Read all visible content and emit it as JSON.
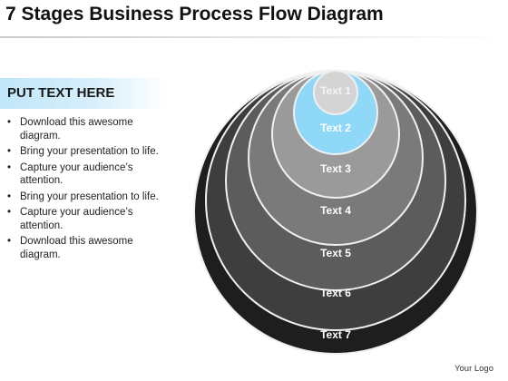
{
  "slide": {
    "title": "7 Stages Business Process Flow Diagram",
    "logo": "Your Logo"
  },
  "sidebar": {
    "header": "PUT TEXT HERE",
    "bullets": [
      "Download this awesome diagram.",
      "Bring your presentation to life.",
      "Capture your audience’s attention.",
      "Bring your presentation to life.",
      "Capture your audience’s attention.",
      "Download this awesome diagram."
    ]
  },
  "diagram": {
    "stages": [
      {
        "label": "Text 1",
        "fill": "#d4d4d4",
        "text_color": "#f4f4f4"
      },
      {
        "label": "Text 2",
        "fill": "#8fd8f8",
        "text_color": "#ffffff"
      },
      {
        "label": "Text 3",
        "fill": "#9a9a9a",
        "text_color": "#ffffff"
      },
      {
        "label": "Text 4",
        "fill": "#7a7a7a",
        "text_color": "#ffffff"
      },
      {
        "label": "Text 5",
        "fill": "#5c5c5c",
        "text_color": "#ffffff"
      },
      {
        "label": "Text 6",
        "fill": "#3e3e3e",
        "text_color": "#ffffff"
      },
      {
        "label": "Text 7",
        "fill": "#1e1e1e",
        "text_color": "#ffffff"
      }
    ],
    "ring_stroke": "#f0f0f0"
  }
}
